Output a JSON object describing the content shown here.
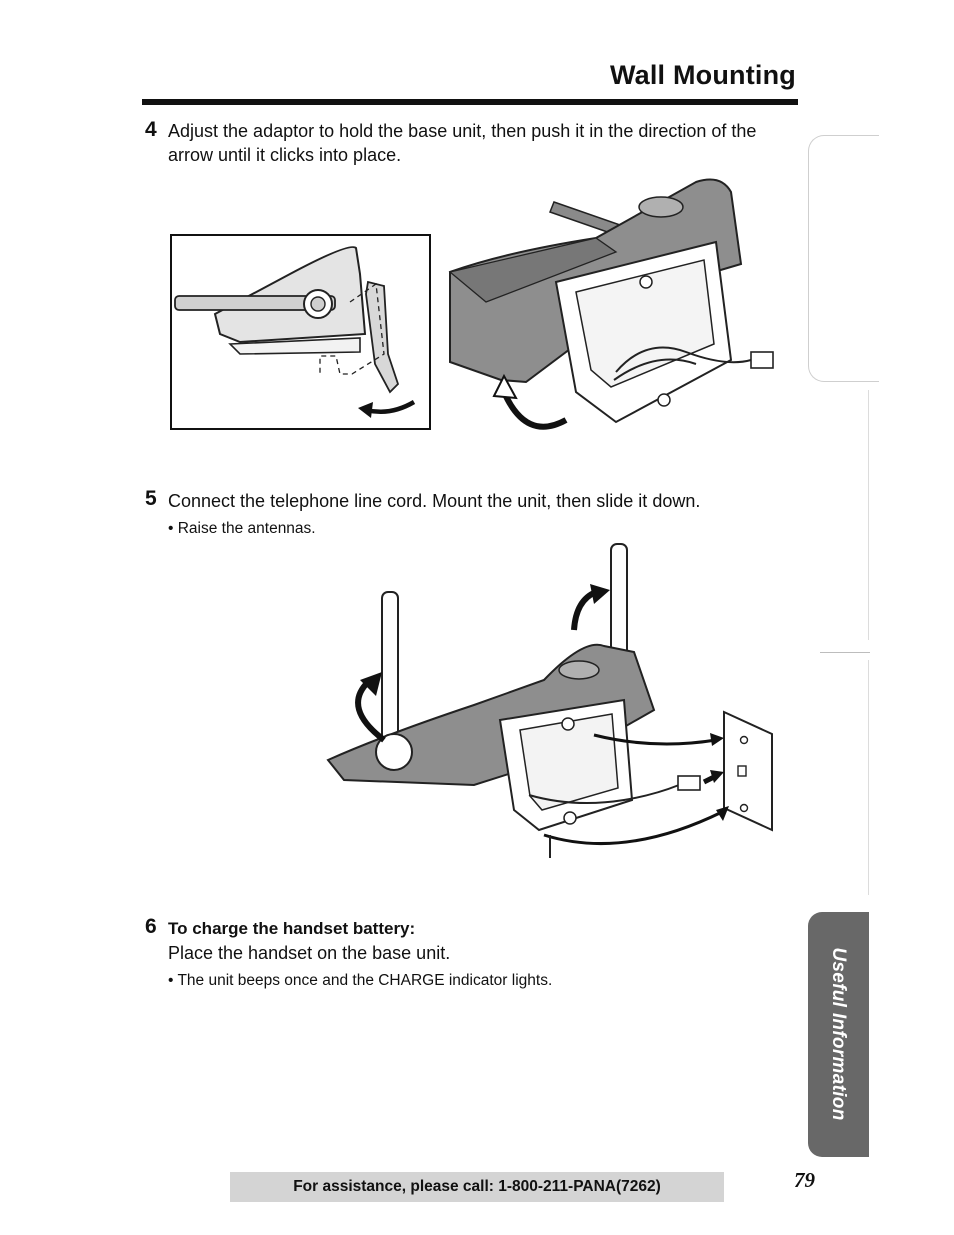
{
  "header": {
    "title": "Wall Mounting"
  },
  "steps": [
    {
      "number": "4",
      "text": "Adjust the adaptor to hold the base unit, then push it in the direction of the arrow until it clicks into place."
    },
    {
      "number": "5",
      "text": "Connect the telephone line cord. Mount the unit, then slide it down.",
      "bullet": "• Raise the antennas."
    },
    {
      "number": "6",
      "heading": "To charge the handset battery:",
      "text": "Place the handset on the base unit.",
      "bullet": "• The unit beeps once and the CHARGE indicator lights."
    }
  ],
  "side_tab": {
    "label": "Useful Information",
    "color": "#686868"
  },
  "footer": {
    "assistance": "For assistance, please call: 1-800-211-PANA(7262)",
    "page_number": "79"
  },
  "illustrations": [
    {
      "name": "adaptor-side-view-illustration"
    },
    {
      "name": "adaptor-perspective-illustration"
    },
    {
      "name": "wall-mount-illustration"
    }
  ]
}
